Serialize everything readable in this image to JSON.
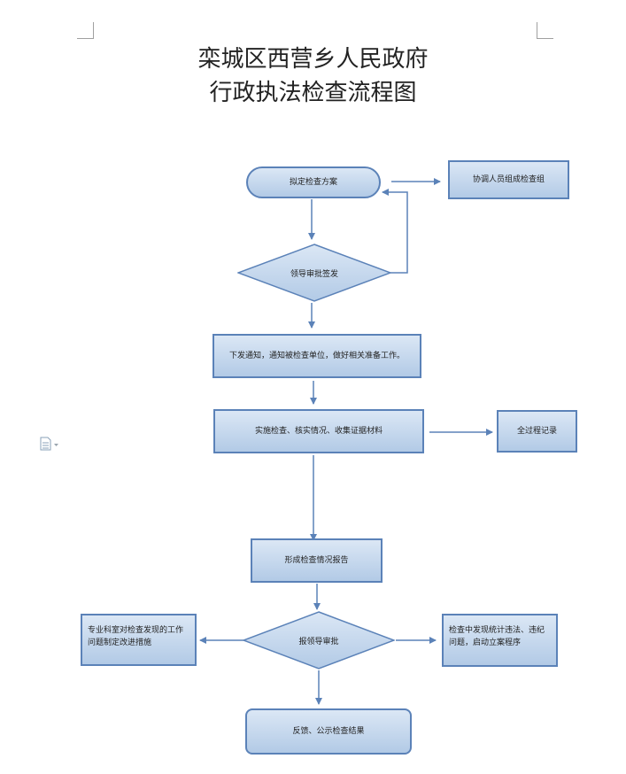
{
  "title": {
    "line1": "栾城区西营乡人民政府",
    "line2": "行政执法检查流程图"
  },
  "nodes": {
    "plan": "拟定检查方案",
    "coordinate": "协调人员组成检查组",
    "approve": "领导审批签发",
    "notify": "下发通知，通知被检查单位，做好相关准备工作。",
    "implement": "实施检查、核实情况、收集证据材料",
    "record": "全过程记录",
    "report": "形成检查情况报告",
    "report_approve": "报领导审批",
    "rectify": "专业科室对检查发现的工作问题制定改进措施",
    "case": "检查中发现统计违法、违纪问题，启动立案程序",
    "feedback": "反馈、公示检查结果"
  },
  "colors": {
    "fill_top": "#dbe7f5",
    "fill_bottom": "#b2cae6",
    "border": "#5b82b8",
    "arrow": "#5b82b8"
  },
  "icons": [
    "document-icon"
  ]
}
